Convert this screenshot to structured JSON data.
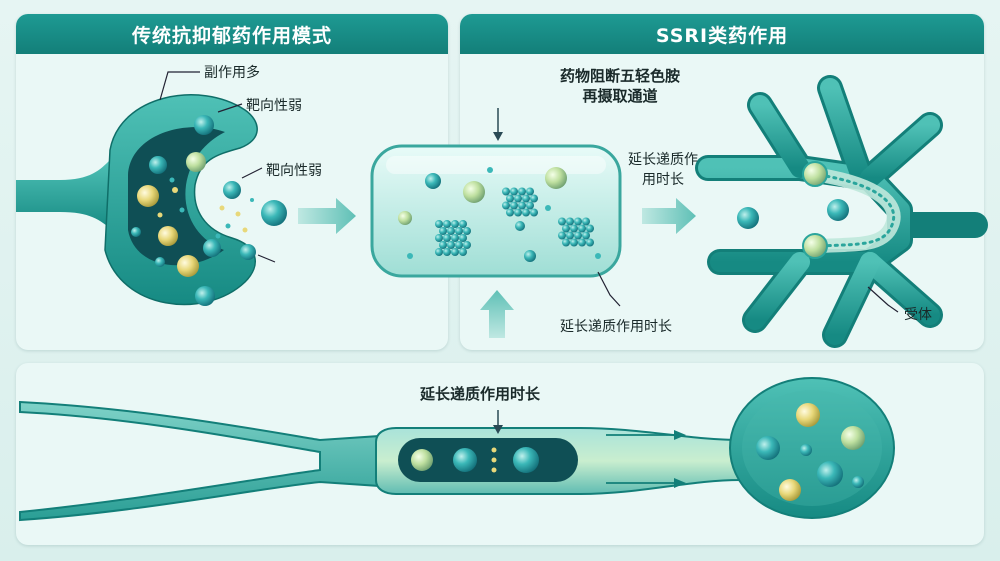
{
  "panels": {
    "left": {
      "title": "传统抗抑郁药作用模式"
    },
    "right": {
      "title": "SSRI类药作用"
    }
  },
  "labels": {
    "side_effects": "副作用多",
    "weak_target_1": "靶向性弱",
    "weak_target_2": "靶向性弱",
    "block_reuptake_line1": "药物阻断五轻色胺",
    "block_reuptake_line2": "再摄取通道",
    "prolong_right": "延长递质作用时长",
    "prolong_center": "延长递质作用时长",
    "receptor": "受体",
    "prolong_bottom": "延长递质作用时长"
  },
  "colors": {
    "teal_dark": "#137f79",
    "teal_mid": "#2aa59c",
    "teal_light": "#7fd2c8",
    "vesicle_teal": "#3bb8b8",
    "vesicle_yellow": "#e8d87a",
    "panel_bg": "#eaf8f6"
  }
}
